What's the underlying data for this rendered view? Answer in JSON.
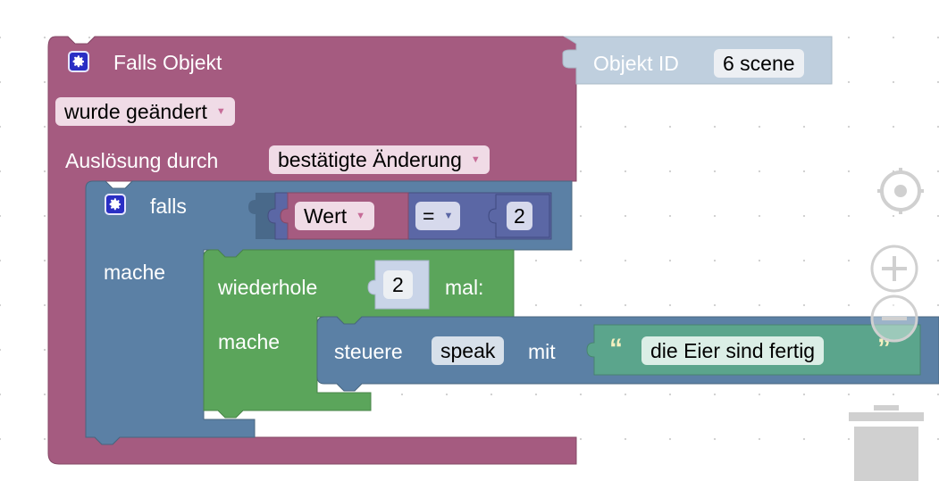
{
  "colors": {
    "event": "#a55b80",
    "logic": "#5b80a5",
    "loop": "#5ba55b",
    "math": "#5b67a5",
    "value_block": "#bfcfde",
    "text": "#5ba58c"
  },
  "trigger": {
    "title": "Falls Objekt",
    "changed_dropdown": "wurde geändert",
    "trigger_label": "Auslösung durch",
    "trigger_dropdown": "bestätigte Änderung"
  },
  "object_id": {
    "label": "Objekt ID",
    "value": "6 scene"
  },
  "if_block": {
    "label": "falls",
    "do_label": "mache",
    "compare": {
      "left_dropdown": "Wert",
      "operator": "=",
      "right_value": "2"
    }
  },
  "repeat_block": {
    "label": "wiederhole",
    "count": "2",
    "suffix": "mal:",
    "do_label": "mache"
  },
  "control_block": {
    "label": "steuere",
    "target": "speak",
    "with_label": "mit",
    "open_quote": "“",
    "text_value": "die Eier sind fertig",
    "close_quote": "”"
  },
  "workspace_icons": [
    "recenter-icon",
    "zoom-in-icon",
    "zoom-out-icon",
    "trash-icon"
  ]
}
